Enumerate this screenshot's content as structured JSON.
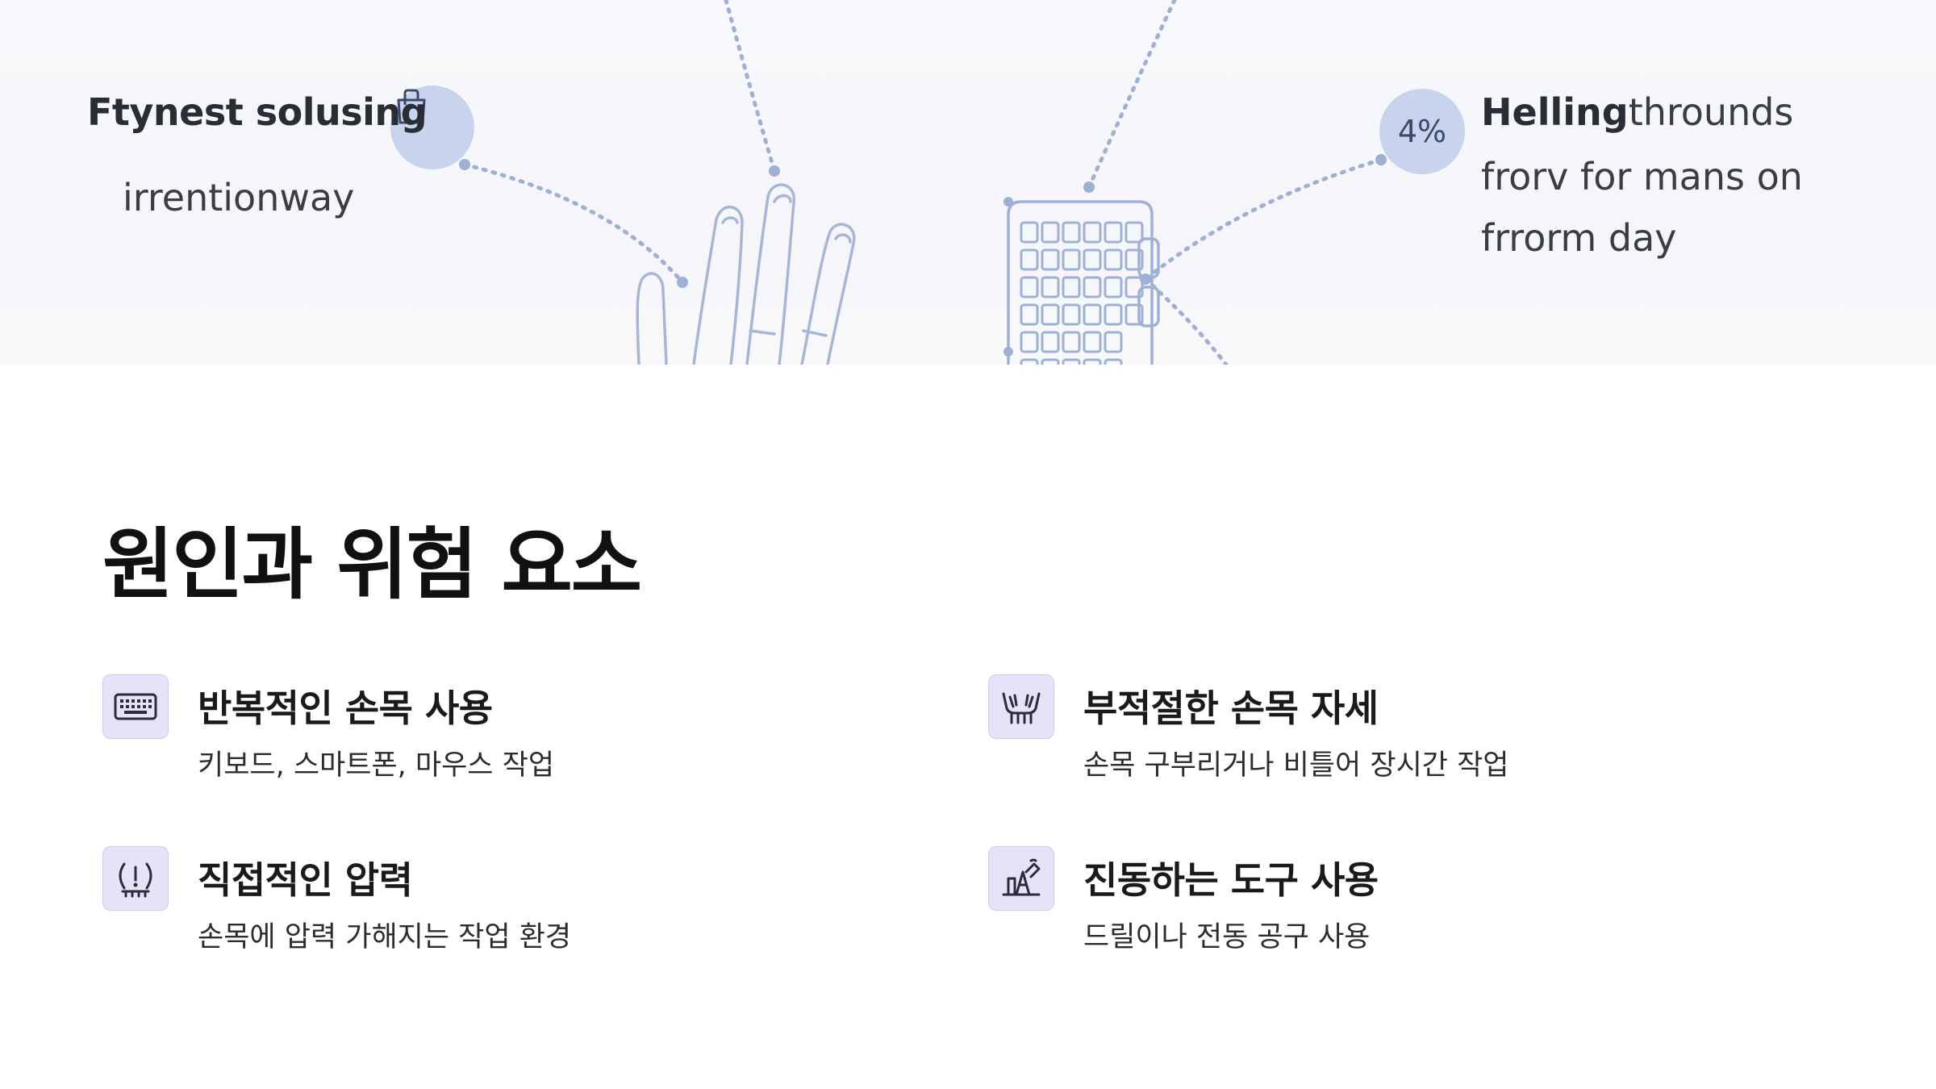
{
  "hero": {
    "left_title": "Ftynest solusing",
    "left_subtitle": "irrentionway",
    "right_title_bold": "Helling",
    "right_title_rest": "throunds",
    "right_line2": "frorv for mans on",
    "right_line3": "frrorm day",
    "percent_badge": "4%"
  },
  "section": {
    "title": "원인과 위험 요소"
  },
  "items": [
    {
      "icon": "keyboard-icon",
      "title": "반복적인 손목 사용",
      "desc": "키보드, 스마트폰, 마우스 작업"
    },
    {
      "icon": "hands-icon",
      "title": "부적절한 손목 자세",
      "desc": "손목 구부리거나 비틀어 장시간 작업"
    },
    {
      "icon": "pressure-warning-icon",
      "title": "직접적인 압력",
      "desc": "손목에 압력 가해지는 작업 환경"
    },
    {
      "icon": "vibrating-tool-icon",
      "title": "진동하는 도구 사용",
      "desc": "드릴이나 전동 공구 사용"
    }
  ],
  "colors": {
    "icon_bg": "#e4e3f8",
    "badge_bg": "#c8d4ee",
    "line_art": "#9fb0d6"
  }
}
